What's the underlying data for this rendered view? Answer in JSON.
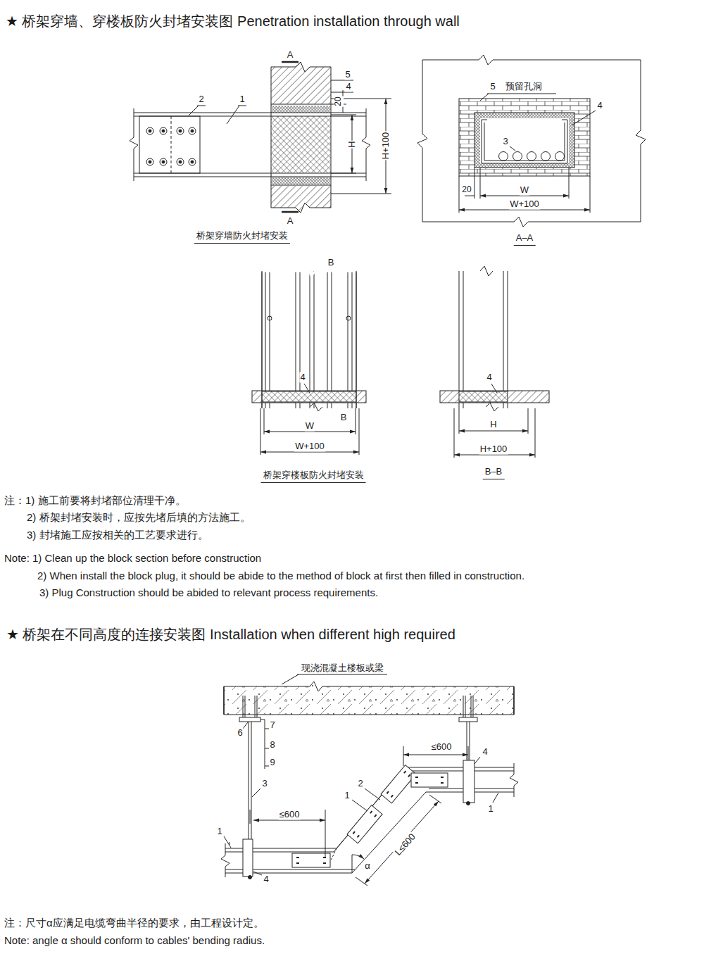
{
  "diagram": {
    "title": "★ 桥架穿墙、穿楼板防火封堵安装图 Penetration installation through wall",
    "labels": [
      "A",
      "5",
      "4",
      "20",
      "2",
      "1",
      "H",
      "H+100",
      "A",
      "桥架穿墙防火封堵安装",
      "5",
      "预留孔洞",
      "4",
      "3",
      "20",
      "W",
      "W+100",
      "A–A",
      "B",
      "4",
      "B",
      "W",
      "W+100",
      "桥架穿楼板防火封堵安装",
      "4",
      "H",
      "H+100",
      "B–B",
      "注：1) 施工前要将封堵部位清理干净。",
      "2) 桥架封堵安装时，应按先堵后填的方法施工。",
      "3) 封堵施工应按相关的工艺要求进行。",
      "Note: 1) Clean up the block section before construction",
      "2) When install the block plug, it should be abide to the method of block at first then filled in construction.",
      "3) Plug Construction should be abided to relevant process requirements.",
      "★ 桥架在不同高度的连接安装图 Installation when different high required",
      "现浇混凝土楼板或梁",
      "6",
      "7",
      "8",
      "9",
      "3",
      "≤600",
      "1",
      "4",
      "1",
      "2",
      "L≤600",
      "α",
      "≤600",
      "4",
      "1",
      "注：尺寸α应满足电缆弯曲半径的要求，由工程设计定。",
      "Note: angle α should conform to cables' bending radius."
    ]
  }
}
